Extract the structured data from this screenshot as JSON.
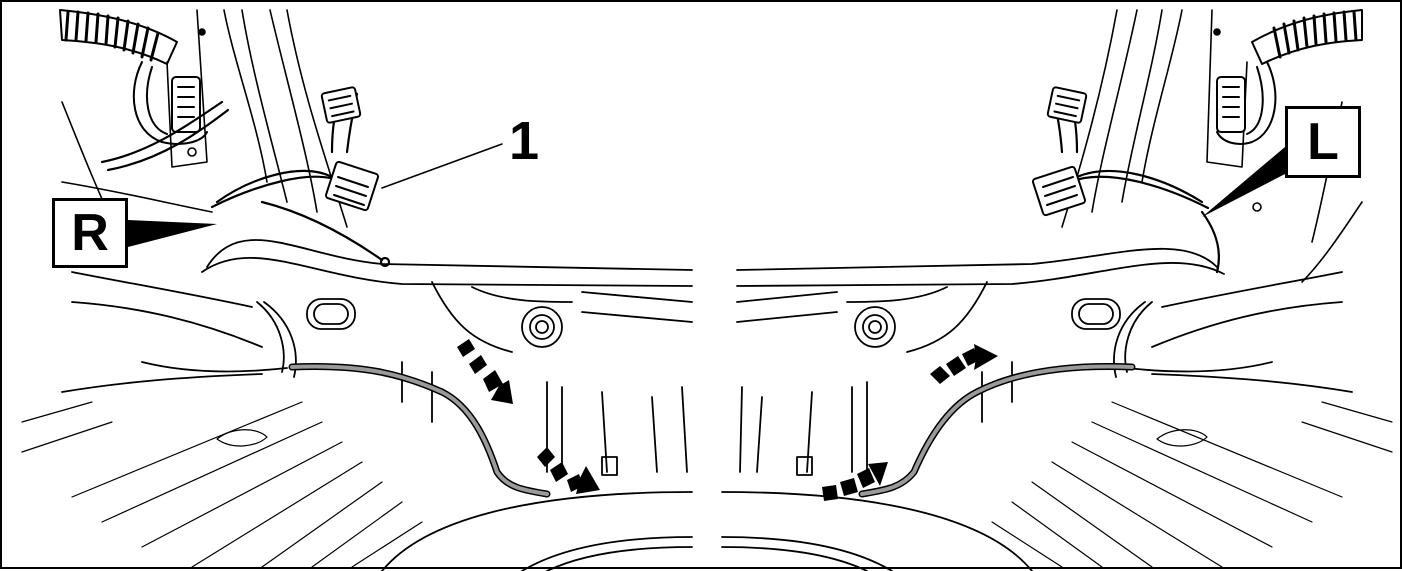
{
  "callouts": {
    "item_number": "1",
    "right_side_label": "R",
    "left_side_label": "L"
  },
  "colors": {
    "line": "#000000",
    "background": "#ffffff",
    "harness_fill": "#9a9a9a"
  }
}
